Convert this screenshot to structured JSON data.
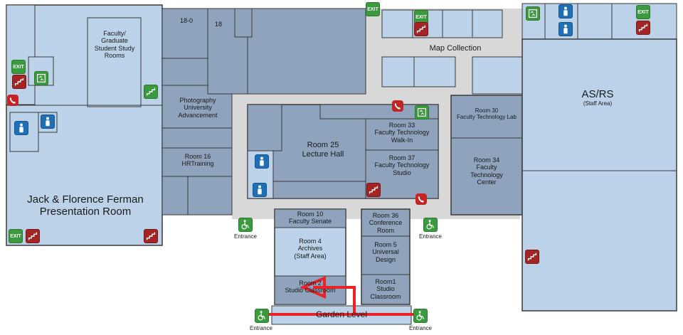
{
  "rooms": {
    "ferman": [
      "Jack & Florence Ferman",
      "Presentation Room"
    ],
    "study": [
      "Faculty/",
      "Graduate",
      "Student Study",
      "Rooms"
    ],
    "r18_0": "18-0",
    "r18": "18",
    "photo": [
      "Photography",
      "University",
      "Advancement"
    ],
    "r16": [
      "Room 16",
      "HRTraining"
    ],
    "r25": [
      "Room 25",
      "Lecture Hall"
    ],
    "r33": [
      "Room 33",
      "Faculty Technology",
      "Walk-In"
    ],
    "r37": [
      "Room 37",
      "Faculty Technology",
      "Studio"
    ],
    "mapcoll": "Map Collection",
    "r30": [
      "Room 30",
      "Faculty Technology Lab"
    ],
    "r34": [
      "Room 34",
      "Faculty",
      "Technology",
      "Center"
    ],
    "asrs": [
      "AS/RS",
      "(Staff Area)"
    ],
    "r10": [
      "Room 10",
      "Faculty Senate"
    ],
    "r4": [
      "Room 4",
      "Archives",
      "(Staff Area)"
    ],
    "r2": [
      "Room 2",
      "Studio Classroom"
    ],
    "r36": [
      "Room 36",
      "Conference",
      "Room"
    ],
    "r5": [
      "Room 5",
      "Universal",
      "Design"
    ],
    "r1": [
      "Room1",
      "Studio",
      "Classroom"
    ],
    "garden": "Garden Level"
  },
  "markers": {
    "exit": "EXIT",
    "entrance": "Entrance"
  },
  "icons": {
    "exit": "exit-sign-icon",
    "stairs": "stairs-icon",
    "restroom": "restroom-icon",
    "phone": "phone-icon",
    "elevator": "elevator-icon",
    "accessible": "wheelchair-icon"
  },
  "colors": {
    "room_dark": "#8fa3bc",
    "room_light": "#bcd2e8",
    "corridor": "#d8d8d8",
    "route": "#e8232a",
    "wall": "#3a3a3a"
  }
}
